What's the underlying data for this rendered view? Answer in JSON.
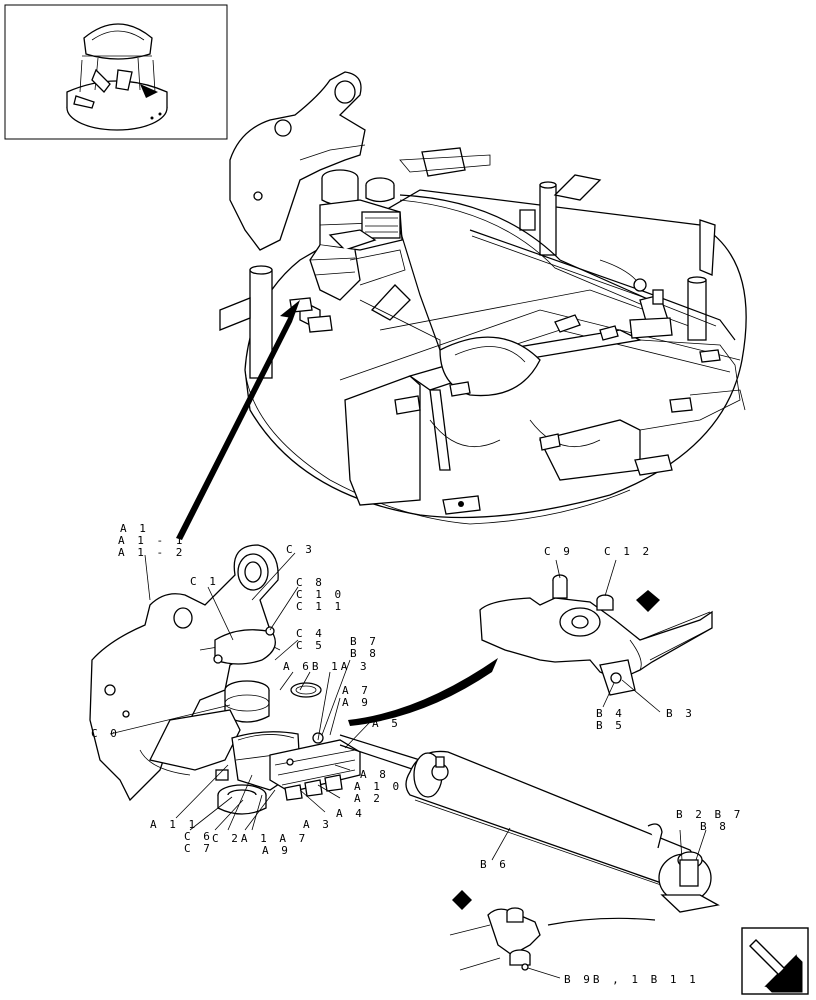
{
  "diagram": {
    "callouts": [
      {
        "id": "A1_group",
        "lines": [
          "A 1",
          "A 1 - 1",
          "A 1 - 2"
        ]
      },
      {
        "id": "C3",
        "lines": [
          "C 3"
        ]
      },
      {
        "id": "C1",
        "lines": [
          "C 1"
        ]
      },
      {
        "id": "C8_group",
        "lines": [
          "C 8",
          "C 1 0",
          "C 1 1"
        ]
      },
      {
        "id": "C4_group",
        "lines": [
          "C 4",
          "C 5"
        ]
      },
      {
        "id": "A6_B1_A3",
        "lines": [
          "A 6B 1A 3"
        ]
      },
      {
        "id": "B7_B8_top",
        "lines": [
          "B 7",
          "B 8"
        ]
      },
      {
        "id": "A7_A9_right",
        "lines": [
          "A 7",
          "A 9"
        ]
      },
      {
        "id": "A5",
        "lines": [
          "A 5"
        ]
      },
      {
        "id": "C0",
        "lines": [
          "C 0"
        ]
      },
      {
        "id": "A8_A10_A2",
        "lines": [
          "A 8",
          "A 1 0",
          "A 2"
        ]
      },
      {
        "id": "A4",
        "lines": [
          "A 4"
        ]
      },
      {
        "id": "A3",
        "lines": [
          "A 3"
        ]
      },
      {
        "id": "A11",
        "lines": [
          "A 1 1"
        ]
      },
      {
        "id": "C6_C7",
        "lines": [
          "C 6",
          "C 7"
        ]
      },
      {
        "id": "C2_A1_A7",
        "lines": [
          "C 2A 1 A 7"
        ]
      },
      {
        "id": "A9_bottom",
        "lines": [
          "A 9"
        ]
      },
      {
        "id": "C9",
        "lines": [
          "C 9"
        ]
      },
      {
        "id": "C12",
        "lines": [
          "C 1 2"
        ]
      },
      {
        "id": "B4_B5",
        "lines": [
          "B 4",
          "B 5"
        ]
      },
      {
        "id": "B3",
        "lines": [
          "B 3"
        ]
      },
      {
        "id": "B2_B7_B8",
        "lines": [
          "B 2 B 7",
          "B 8"
        ]
      },
      {
        "id": "B6",
        "lines": [
          "B 6"
        ]
      },
      {
        "id": "B9_B10_B11",
        "lines": [
          "B 9B , 1 B 1 1"
        ]
      }
    ]
  }
}
